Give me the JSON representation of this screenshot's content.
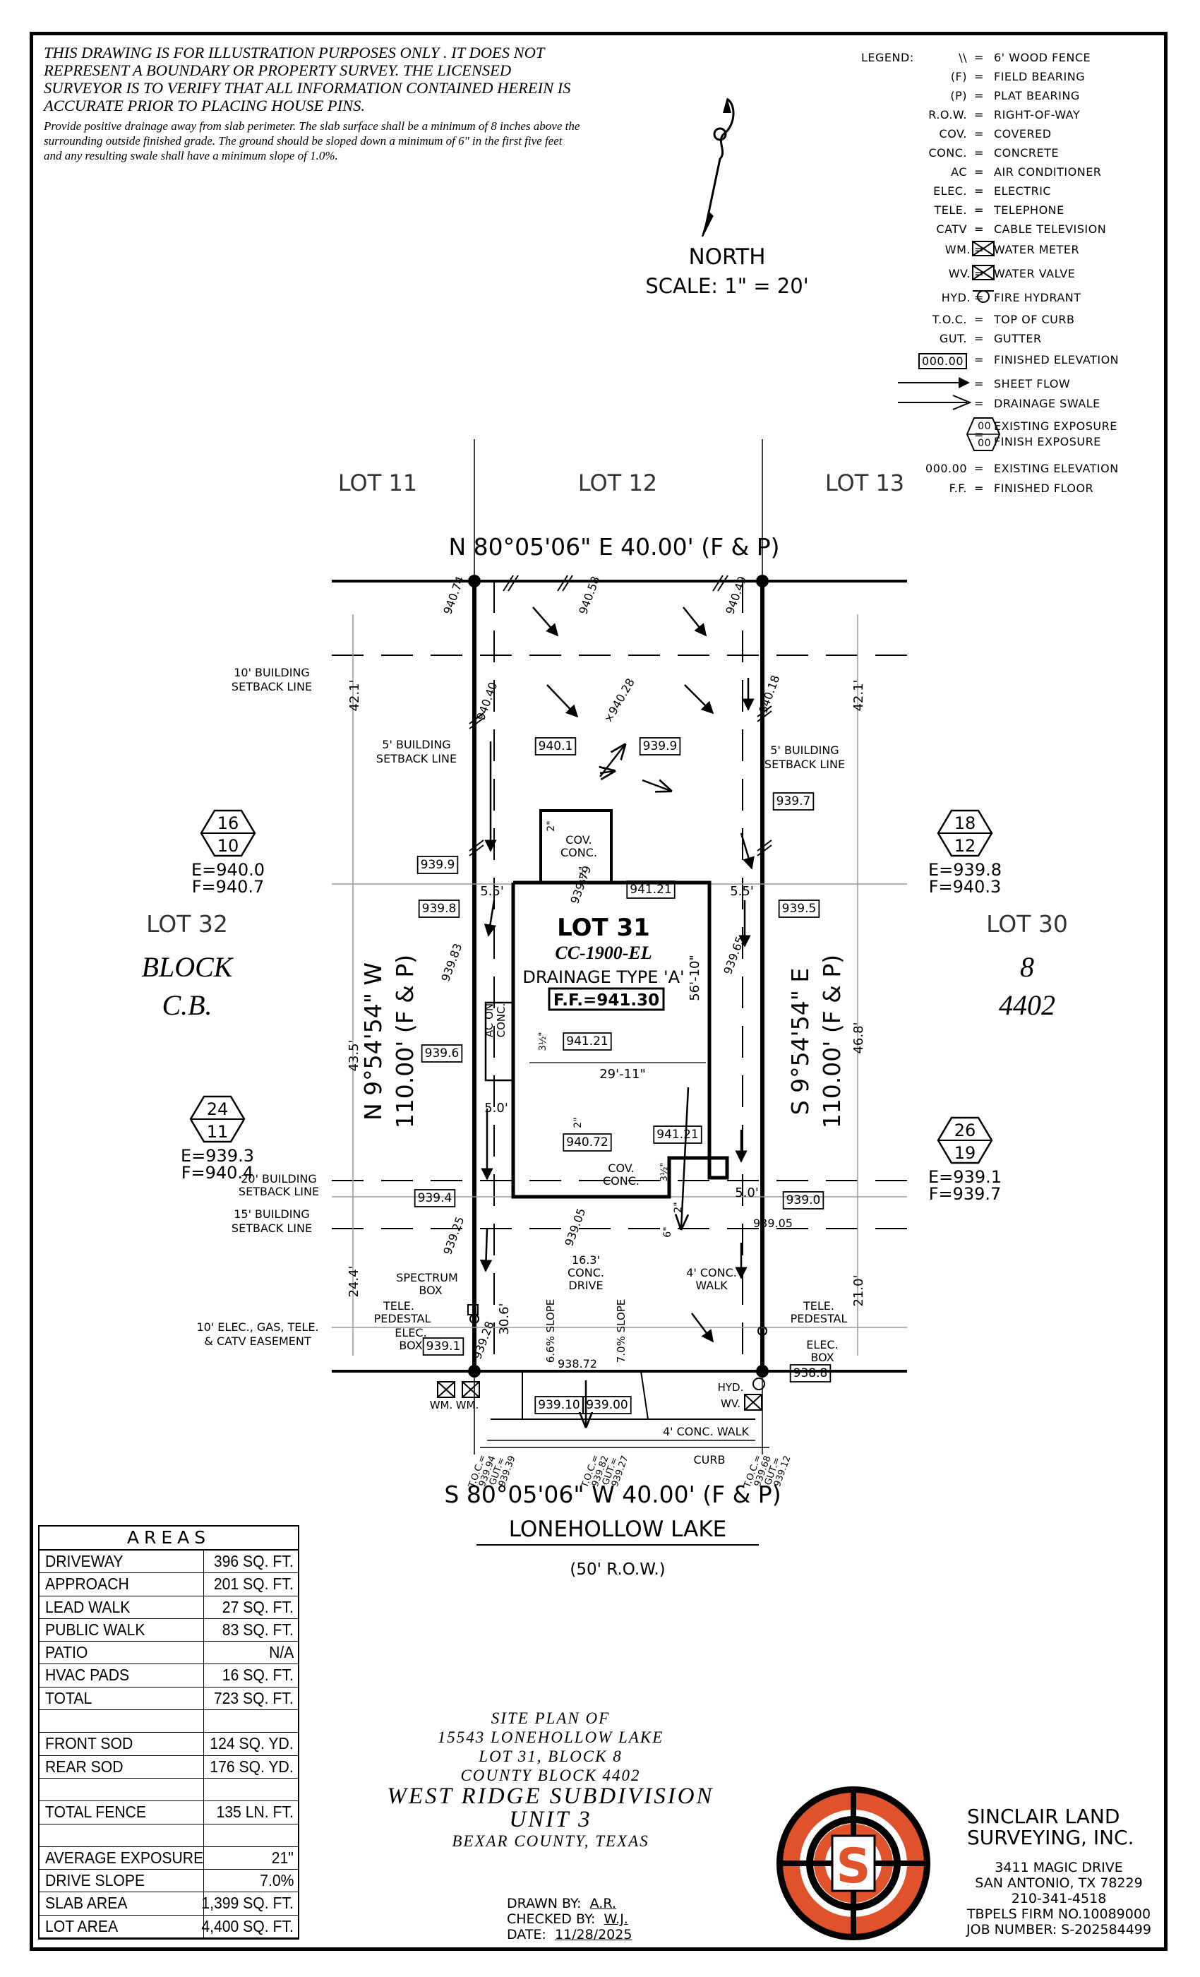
{
  "disclaimer": {
    "main": "THIS DRAWING IS FOR ILLUSTRATION PURPOSES ONLY . IT DOES NOT REPRESENT A BOUNDARY OR PROPERTY SURVEY. THE LICENSED SURVEYOR IS TO VERIFY THAT ALL INFORMATION CONTAINED HEREIN IS ACCURATE PRIOR TO PLACING HOUSE PINS.",
    "drainage": "Provide positive drainage away from slab perimeter. The slab surface shall be a minimum of 8 inches above the surrounding outside finished grade. The ground should be sloped down a minimum of 6\" in the first five feet and any resulting swale shall have a minimum slope of 1.0%."
  },
  "north": {
    "label": "NORTH",
    "scale": "SCALE:  1\"  =  20'"
  },
  "legend": {
    "title": "LEGEND:",
    "items": [
      {
        "abbr": "\\\\",
        "desc": "6' WOOD FENCE"
      },
      {
        "abbr": "(F)",
        "desc": "FIELD BEARING"
      },
      {
        "abbr": "(P)",
        "desc": "PLAT BEARING"
      },
      {
        "abbr": "R.O.W.",
        "desc": "RIGHT-OF-WAY"
      },
      {
        "abbr": "COV.",
        "desc": "COVERED"
      },
      {
        "abbr": "CONC.",
        "desc": "CONCRETE"
      },
      {
        "abbr": "AC",
        "desc": "AIR CONDITIONER"
      },
      {
        "abbr": "ELEC.",
        "desc": "ELECTRIC"
      },
      {
        "abbr": "TELE.",
        "desc": "TELEPHONE"
      },
      {
        "abbr": "CATV",
        "desc": "CABLE TELEVISION"
      },
      {
        "abbr": "WM.",
        "desc": "WATER METER"
      },
      {
        "abbr": "WV.",
        "desc": "WATER VALVE"
      },
      {
        "abbr": "HYD.",
        "desc": "FIRE HYDRANT"
      },
      {
        "abbr": "T.O.C.",
        "desc": "TOP OF CURB"
      },
      {
        "abbr": "GUT.",
        "desc": "GUTTER"
      },
      {
        "abbr": "000.00",
        "desc": "FINISHED ELEVATION"
      },
      {
        "abbr": "",
        "desc": "SHEET FLOW"
      },
      {
        "abbr": "",
        "desc": "DRAINAGE SWALE"
      },
      {
        "abbr": "00",
        "abbr2": "00",
        "desc": "EXISTING EXPOSURE",
        "desc2": "FINISH EXPOSURE"
      },
      {
        "abbr": "000.00",
        "desc": "EXISTING ELEVATION"
      },
      {
        "abbr": "F.F.",
        "desc": "FINISHED FLOOR"
      }
    ]
  },
  "plan": {
    "lots_top": [
      "LOT 11",
      "LOT 12",
      "LOT 13"
    ],
    "bearing_north": "N 80°05'06\" E 40.00' (F & P)",
    "bearing_south": "S 80°05'06\" W 40.00' (F & P)",
    "bearing_west": "N 9°54'54\" W",
    "bearing_west2": "110.00' (F & P)",
    "bearing_east": "S 9°54'54\" E",
    "bearing_east2": "110.00' (F & P)",
    "lot_left": "LOT 32",
    "block_left": "BLOCK",
    "cb_left": "C.B.",
    "lot_right": "LOT 30",
    "block_num": "8",
    "cb_num": "4402",
    "street": "LONEHOLLOW LAKE",
    "row": "(50' R.O.W.)",
    "lot_name": "LOT 31",
    "plan_code": "CC-1900-EL",
    "drainage_type": "DRAINAGE TYPE 'A'",
    "ff": "F.F.=941.30",
    "exposures": [
      {
        "top": "16",
        "bot": "10",
        "e": "E=940.0",
        "f": "F=940.7"
      },
      {
        "top": "18",
        "bot": "12",
        "e": "E=939.8",
        "f": "F=940.3"
      },
      {
        "top": "24",
        "bot": "11",
        "e": "E=939.3",
        "f": "F=940.4"
      },
      {
        "top": "26",
        "bot": "19",
        "e": "E=939.1",
        "f": "F=939.7"
      }
    ],
    "setback_10": "10' BUILDING",
    "setback_10b": "SETBACK LINE",
    "setback_5l": "5' BUILDING",
    "setback_5lb": "SETBACK LINE",
    "setback_5r": "5' BUILDING",
    "setback_5rb": "SETBACK LINE",
    "setback_20": "20' BUILDING",
    "setback_20b": "SETBACK LINE",
    "setback_15": "15' BUILDING",
    "setback_15b": "SETBACK LINE",
    "easement": "10' ELEC., GAS, TELE.",
    "easement_b": "& CATV EASEMENT",
    "spectrum": "SPECTRUM",
    "spectrum_b": "BOX",
    "tele_ped_l": "TELE.",
    "tele_ped_lb": "PEDESTAL",
    "elec_box_l": "ELEC.",
    "elec_box_lb": "BOX",
    "tele_ped_r": "TELE.",
    "tele_ped_rb": "PEDESTAL",
    "elec_box_r": "ELEC.",
    "elec_box_rb": "BOX",
    "cov_conc_top": "COV.",
    "cov_conc_top_b": "CONC.",
    "cov_conc_bot": "COV.",
    "cov_conc_bot_b": "CONC.",
    "ac_conc": "AC ON",
    "ac_conc_b": "CONC.",
    "drive": "16.3'",
    "drive_b": "CONC.",
    "drive_c": "DRIVE",
    "walk": "4' CONC.",
    "walk_b": "WALK",
    "walk_street": "4' CONC. WALK",
    "curb": "CURB",
    "wm": "WM.",
    "wm2": "WM.",
    "hyd": "HYD.",
    "wv": "WV.",
    "slope_l": "6.6% SLOPE",
    "slope_r": "7.0% SLOPE",
    "dims": {
      "d42l": "42.1'",
      "d42r": "42.1'",
      "d435": "43.5'",
      "d468": "46.8'",
      "d244": "24.4'",
      "d210": "21.0'",
      "d306": "30.6'",
      "d55l": "5.5'",
      "d55r": "5.5'",
      "d50l": "5.0'",
      "d50r": "5.0'",
      "d5610": "56'-10\"",
      "d2911": "29'-11\"",
      "d2a": "2\"",
      "d2b": "2\"",
      "d2c": "2\"",
      "d35a": "3½\"",
      "d35b": "3½\"",
      "d35c": "3½\"",
      "d6": "6\""
    },
    "finished": [
      "940.1",
      "939.9",
      "939.7",
      "939.9",
      "941.21",
      "939.8",
      "939.5",
      "941.21",
      "939.6",
      "941.21",
      "940.72",
      "939.4",
      "939.0",
      "939.1",
      "938.8",
      "939.10",
      "939.00"
    ],
    "existing": [
      "940.74",
      "940.58",
      "940.49",
      "940.40",
      "×940.28",
      "940.18",
      "939.79",
      "939.83",
      "939.65",
      "939.25",
      "939.05",
      "939.05",
      "939.28",
      "938.72"
    ],
    "toc": [
      {
        "a": "T.O.C.=",
        "b": "939.94",
        "c": "GUT.=",
        "d": "939.39"
      },
      {
        "a": "T.O.C.=",
        "b": "939.82",
        "c": "GUT.=",
        "d": "939.27"
      },
      {
        "a": "T.O.C.=",
        "b": "939.68",
        "c": "GUT.=",
        "d": "939.12"
      }
    ]
  },
  "areas": {
    "title": "AREAS",
    "rows": [
      {
        "k": "DRIVEWAY",
        "v": "396 SQ. FT."
      },
      {
        "k": "APPROACH",
        "v": "201 SQ. FT."
      },
      {
        "k": "LEAD WALK",
        "v": "27 SQ. FT."
      },
      {
        "k": "PUBLIC WALK",
        "v": "83 SQ. FT."
      },
      {
        "k": "PATIO",
        "v": "N/A"
      },
      {
        "k": "HVAC PADS",
        "v": "16 SQ. FT."
      },
      {
        "k": "TOTAL",
        "v": "723 SQ. FT."
      },
      {
        "k": "",
        "v": ""
      },
      {
        "k": "FRONT SOD",
        "v": "124 SQ. YD."
      },
      {
        "k": "REAR SOD",
        "v": "176 SQ. YD."
      },
      {
        "k": "",
        "v": ""
      },
      {
        "k": "TOTAL FENCE",
        "v": "135 LN. FT."
      },
      {
        "k": "",
        "v": ""
      },
      {
        "k": "AVERAGE EXPOSURE",
        "v": "21\""
      },
      {
        "k": "DRIVE SLOPE",
        "v": "7.0%"
      },
      {
        "k": "SLAB AREA",
        "v": "1,399 SQ. FT."
      },
      {
        "k": "LOT AREA",
        "v": "4,400 SQ. FT."
      }
    ]
  },
  "title_block": {
    "line1": "SITE PLAN OF",
    "line2": "15543 LONEHOLLOW LAKE",
    "line3": "LOT 31, BLOCK 8",
    "line4": "COUNTY BLOCK 4402",
    "line5": "WEST RIDGE SUBDIVISION",
    "line6": "UNIT 3",
    "line7": "BEXAR COUNTY, TEXAS"
  },
  "drawn": {
    "drawn_label": "DRAWN  BY:",
    "drawn_val": "A.R.",
    "checked_label": "CHECKED  BY:",
    "checked_val": "W.J.",
    "date_label": "DATE:",
    "date_val": "11/28/2025"
  },
  "company": {
    "name1": "SINCLAIR LAND",
    "name2": "SURVEYING, INC.",
    "addr1": "3411 MAGIC DRIVE",
    "addr2": "SAN ANTONIO, TX 78229",
    "phone": "210-341-4518",
    "firm": "TBPELS FIRM NO.10089000",
    "job": "JOB NUMBER: S-202584499",
    "logo_letter": "S",
    "logo_color": "#e0522b"
  }
}
